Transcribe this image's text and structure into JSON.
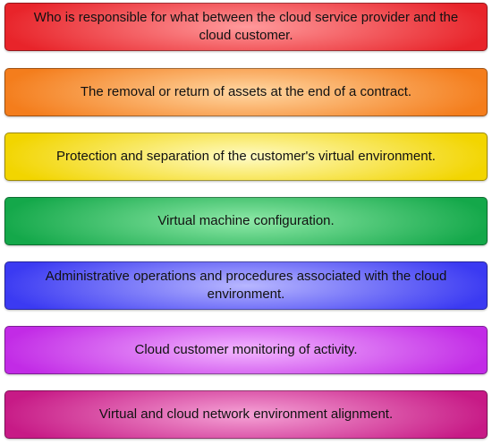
{
  "items": [
    {
      "text": "Who is responsible for what between the cloud service provider and the cloud customer.",
      "color": "#e8242a",
      "highlight": "#ff9a9c"
    },
    {
      "text": "The removal or return of assets at the end of a contract.",
      "color": "#f47d1c",
      "highlight": "#ffd7a3"
    },
    {
      "text": "Protection and separation of the customer's virtual environment.",
      "color": "#f2d500",
      "highlight": "#fffbc6"
    },
    {
      "text": "Virtual machine configuration.",
      "color": "#14a84a",
      "highlight": "#8fe9a8"
    },
    {
      "text": "Administrative operations and procedures associated with the cloud environment.",
      "color": "#3b3af2",
      "highlight": "#b8b7ff"
    },
    {
      "text": "Cloud customer monitoring of activity.",
      "color": "#c22be6",
      "highlight": "#f3b6ff"
    },
    {
      "text": "Virtual and cloud network environment alignment.",
      "color": "#c71a86",
      "highlight": "#f5a3d6"
    }
  ]
}
